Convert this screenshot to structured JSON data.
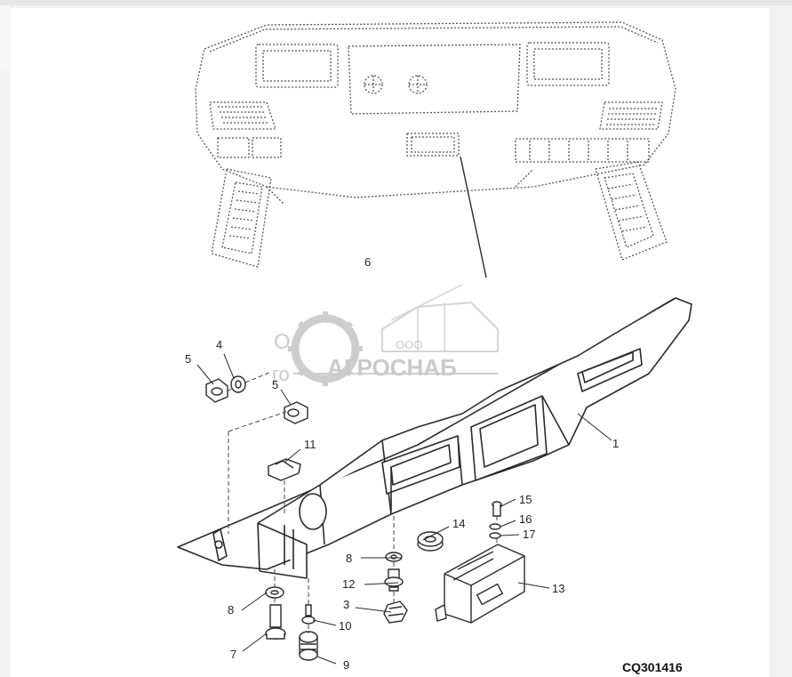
{
  "figure_id": "CQ301416",
  "watermark": {
    "small": "ООО",
    "brand": "АГРОСНАБ",
    "fragment_left": "О",
    "fragment_left2": "го"
  },
  "callouts": [
    "1",
    "3",
    "4",
    "5",
    "5",
    "6",
    "7",
    "8",
    "8",
    "9",
    "10",
    "11",
    "12",
    "13",
    "14",
    "15",
    "16",
    "17"
  ],
  "colors": {
    "line": "#2a2a2a",
    "dotted": "#555555",
    "watermark": "#bdbdbd",
    "background": "#ffffff"
  }
}
